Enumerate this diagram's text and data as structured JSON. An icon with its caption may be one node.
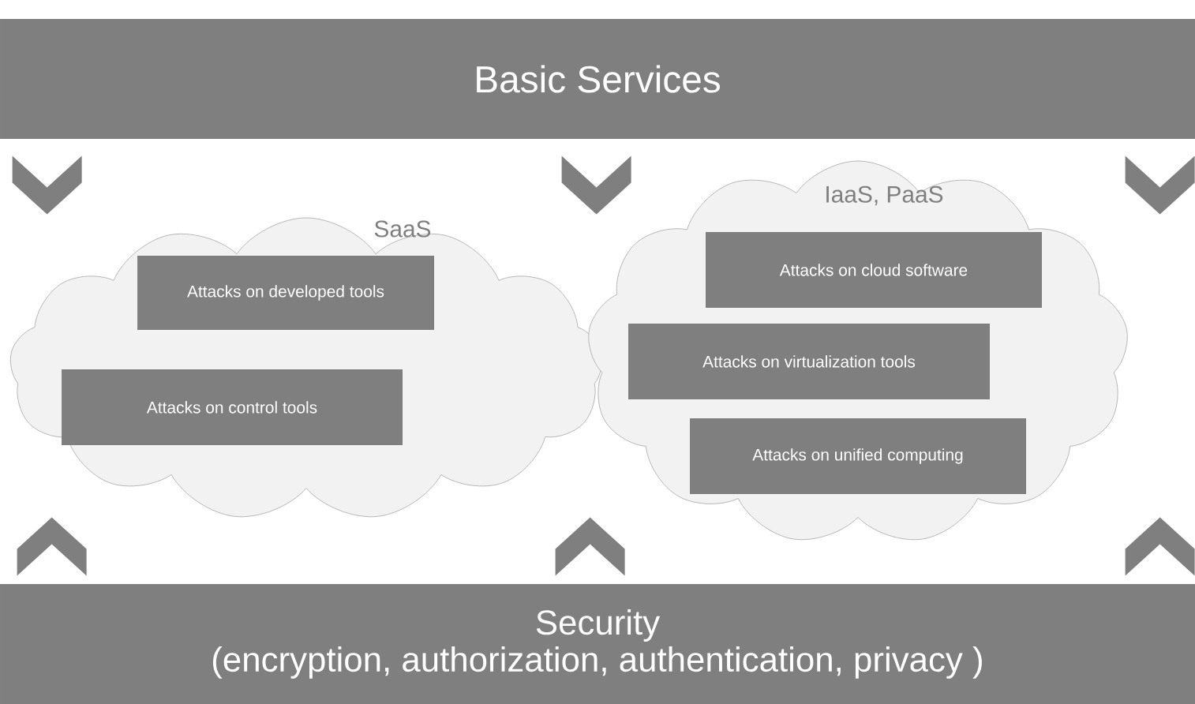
{
  "diagram": {
    "nodes": [
      {
        "text": [
          "Basic Services"
        ]
      },
      {
        "text": [],
        "shape": "chevron"
      },
      {
        "text": [],
        "shape": "chevron"
      },
      {
        "text": [],
        "shape": "chevron"
      },
      {
        "text": [
          "SaaS"
        ]
      },
      {
        "text": [
          "Attacks on developed tools"
        ],
        "in": 4
      },
      {
        "text": [
          "Attacks on control tools"
        ],
        "in": 4
      },
      {
        "text": [
          "IaaS, PaaS"
        ]
      },
      {
        "text": [
          "Attacks on cloud software"
        ],
        "in": 7
      },
      {
        "text": [
          "Attacks on virtualization tools"
        ],
        "in": 7
      },
      {
        "text": [
          "Attacks on unified computing"
        ],
        "in": 7
      },
      {
        "text": [],
        "shape": "chevron"
      },
      {
        "text": [],
        "shape": "chevron"
      },
      {
        "text": [],
        "shape": "chevron"
      },
      {
        "text": [
          "Security",
          "(encryption, authorization, authentication, privacy )"
        ]
      }
    ]
  }
}
